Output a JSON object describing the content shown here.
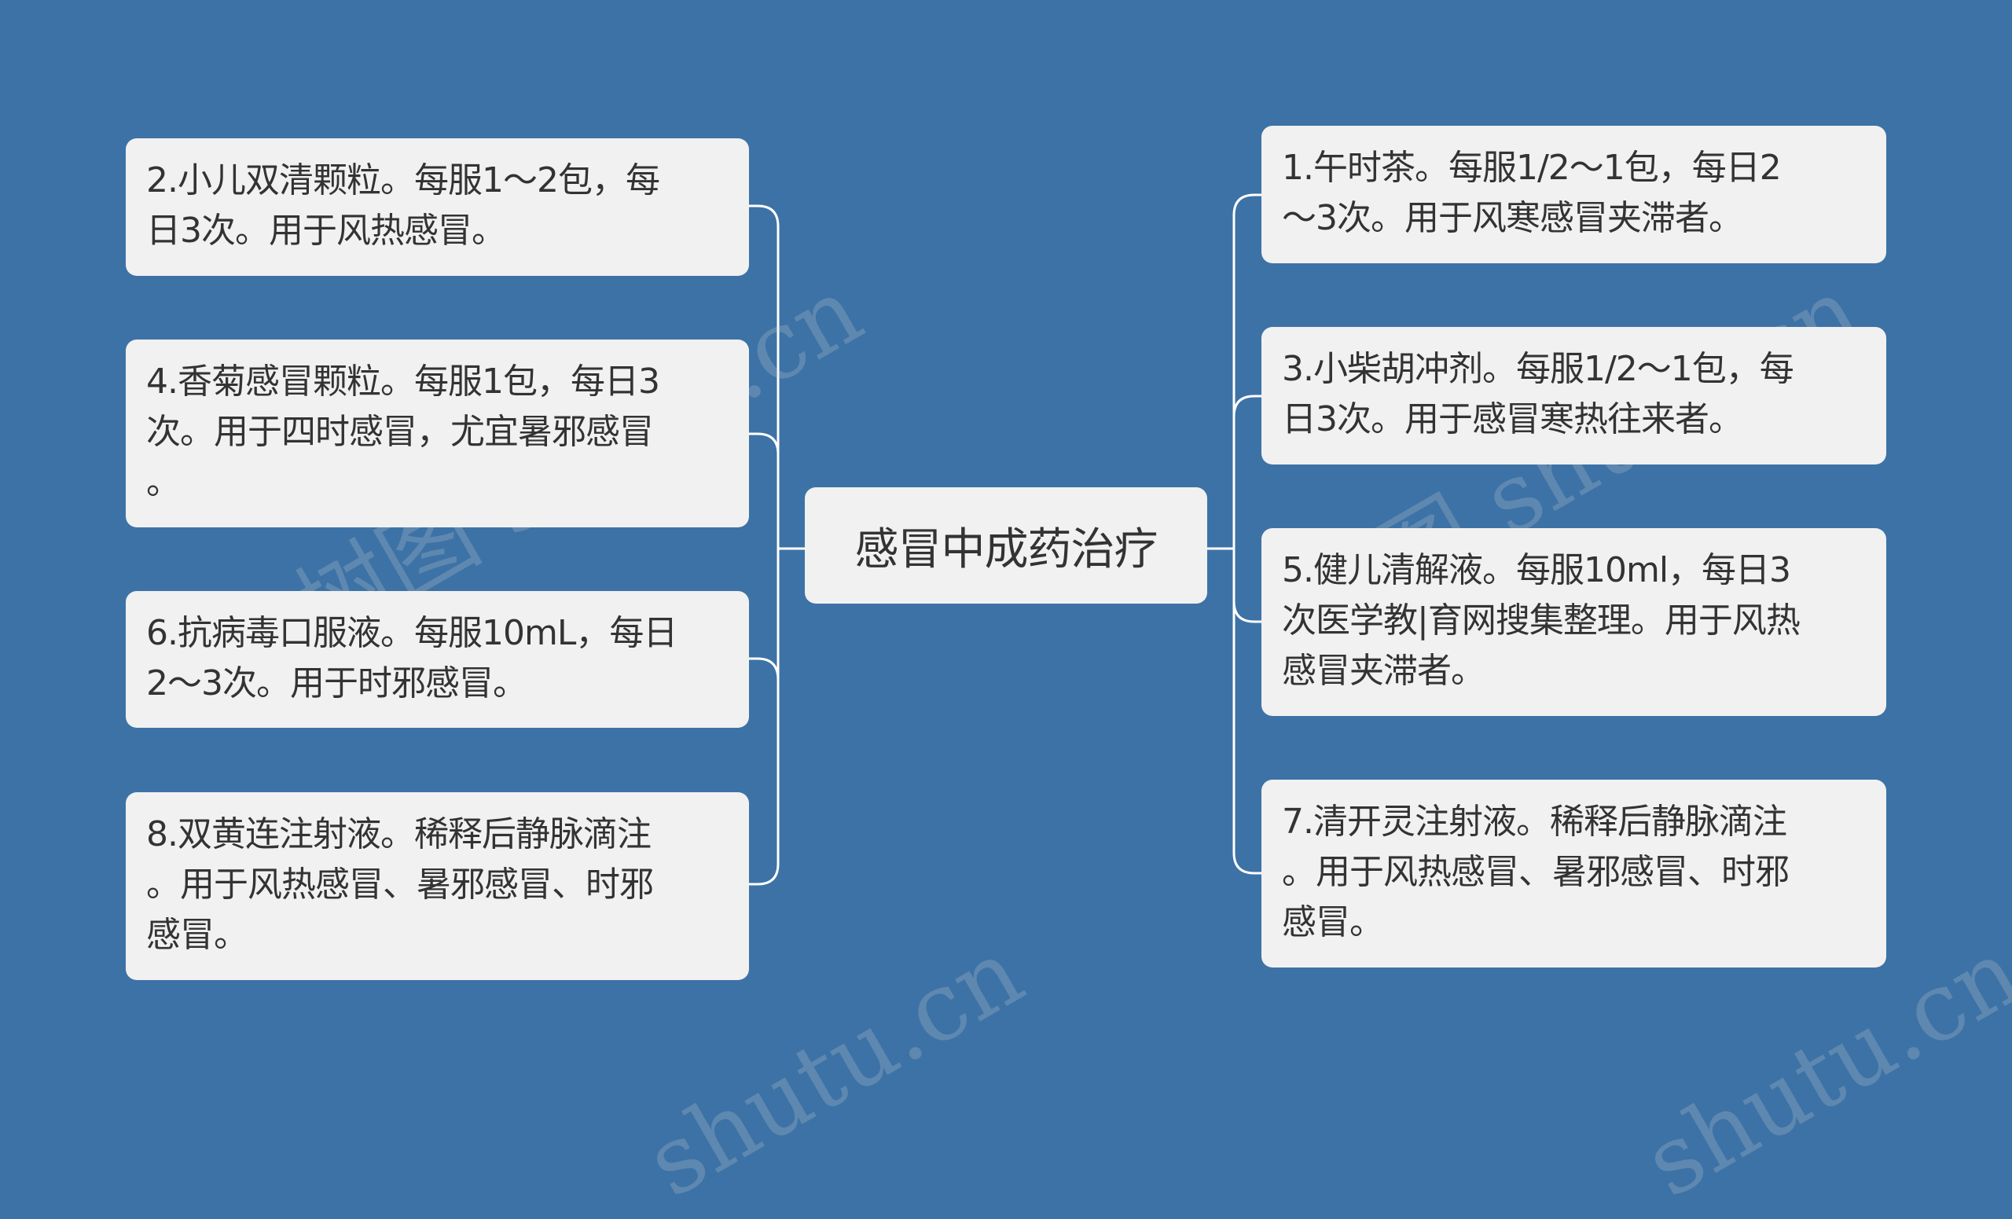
{
  "diagram": {
    "title": "感冒中成药治疗",
    "left": [
      {
        "text": "2.小儿双清颗粒。每服1～2包，每\n日3次。用于风热感冒。"
      },
      {
        "text": "4.香菊感冒颗粒。每服1包，每日3\n次。用于四时感冒，尤宜暑邪感冒\n。"
      },
      {
        "text": "6.抗病毒口服液。每服10mL，每日\n2～3次。用于时邪感冒。"
      },
      {
        "text": "8.双黄连注射液。稀释后静脉滴注\n。用于风热感冒、暑邪感冒、时邪\n感冒。"
      }
    ],
    "right": [
      {
        "text": "1.午时茶。每服1/2～1包，每日2\n～3次。用于风寒感冒夹滞者。"
      },
      {
        "text": "3.小柴胡冲剂。每服1/2～1包，每\n日3次。用于感冒寒热往来者。"
      },
      {
        "text": "5.健儿清解液。每服10ml，每日3\n次医学教|育网搜集整理。用于风热\n感冒夹滞者。"
      },
      {
        "text": "7.清开灵注射液。稀释后静脉滴注\n。用于风热感冒、暑邪感冒、时邪\n感冒。"
      }
    ]
  },
  "watermark": {
    "text": "树图 shutu.cn",
    "text_short": "shutu.cn"
  },
  "colors": {
    "background": "#3d72a6",
    "node_fill": "#f1f1f1",
    "connector": "#ffffff",
    "text": "#333333"
  }
}
